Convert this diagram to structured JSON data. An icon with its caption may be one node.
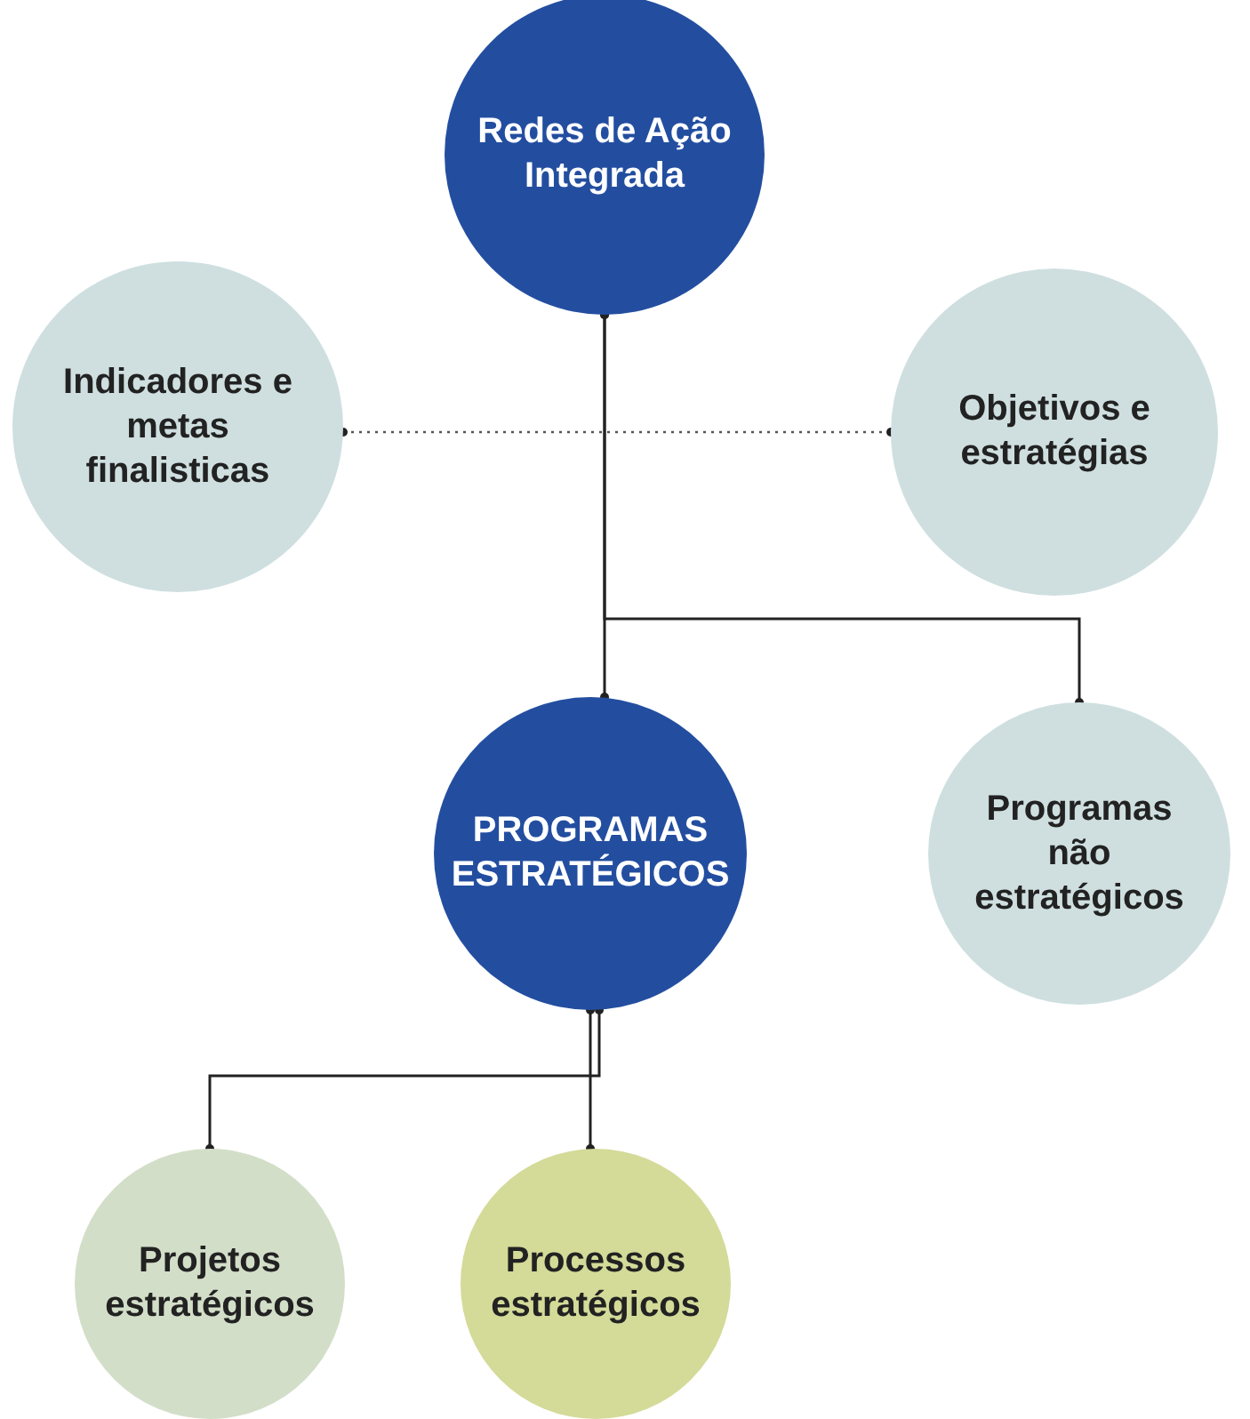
{
  "diagram": {
    "nodes": [
      {
        "text": [
          "Redes de Ação Integrada"
        ]
      },
      {
        "text": [
          "Indicadores e metas finalisticas"
        ]
      },
      {
        "text": [
          "Objetivos e estratégias"
        ]
      },
      {
        "text": [
          "PROGRAMAS ESTRATÉGICOS"
        ]
      },
      {
        "text": [
          "Programas não estratégicos"
        ]
      },
      {
        "text": [
          "Projetos estratégicos"
        ]
      },
      {
        "text": [
          "Processos estratégicos"
        ]
      }
    ],
    "edges": [
      {
        "from": 0,
        "to": 3,
        "arrow": "other"
      },
      {
        "from": 0,
        "to": 4,
        "arrow": "other"
      },
      {
        "from": 1,
        "to": 2,
        "arrow": "other",
        "style": "dashed"
      },
      {
        "from": 3,
        "to": 5,
        "arrow": "other"
      },
      {
        "from": 3,
        "to": 6,
        "arrow": "other"
      }
    ]
  }
}
